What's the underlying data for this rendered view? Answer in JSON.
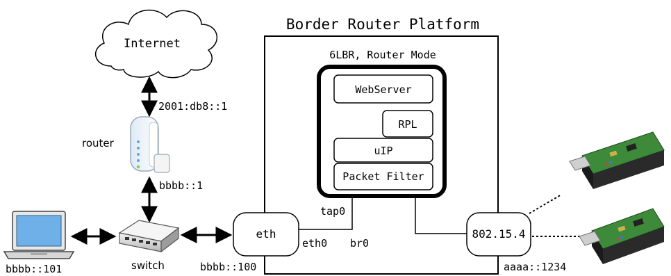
{
  "title": "Border Router Platform",
  "mode_label": "6LBR, Router Mode",
  "stack": {
    "webserver": "WebServer",
    "rpl": "RPL",
    "uip": "uIP",
    "packet_filter": "Packet Filter"
  },
  "interfaces": {
    "eth_box": "eth",
    "radio_box": "802.15.4",
    "tap0": "tap0",
    "eth0": "eth0",
    "br0": "br0"
  },
  "internet": {
    "label": "Internet"
  },
  "addresses": {
    "internet_router_link": "2001:db8::1",
    "router_lan": "bbbb::1",
    "laptop": "bbbb::101",
    "eth": "bbbb::100",
    "radio": "aaaa::1234"
  },
  "devices": {
    "router": "router",
    "switch": "switch"
  },
  "colors": {
    "stroke": "#000000",
    "router_accent": "#5aa7e0",
    "laptop_screen": "#6fb0e8",
    "board_green": "#3d8a3a"
  }
}
